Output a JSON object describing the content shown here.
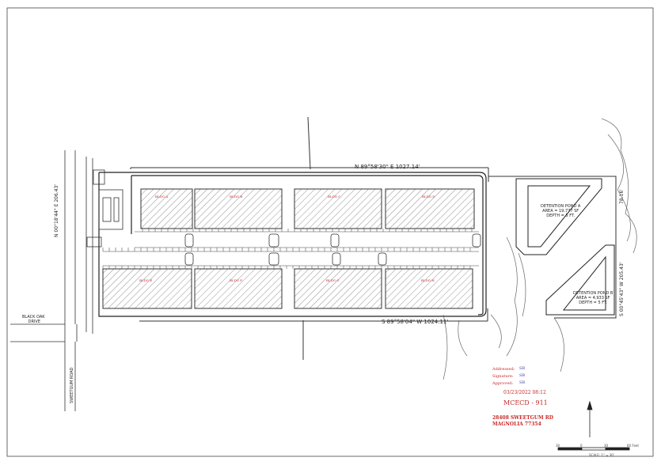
{
  "bearings": {
    "north": "N 89°58'30\" E 1027.14'",
    "south": "S 89°58'04\" W 1024.11'",
    "west": "N 00°18'44\" E 206.43'",
    "east": "S 00°45'43\" W 205.43'",
    "east_small": "78.16'"
  },
  "roads": {
    "black_oak": [
      "BLACK OAK",
      "DRIVE"
    ],
    "sweetgum": "SWEETGUM ROAD"
  },
  "buildings": [
    {
      "label": "BLDG A"
    },
    {
      "label": "BLDG B"
    },
    {
      "label": "BLDG C"
    },
    {
      "label": "BLDG D"
    },
    {
      "label": "BLDG E"
    },
    {
      "label": "BLDG F"
    },
    {
      "label": "BLDG G"
    },
    {
      "label": "BLDG H"
    }
  ],
  "ponds": [
    {
      "lines": [
        "DETENTION POND A",
        "AREA = 19,777 SF",
        "DEPTH = 5 FT."
      ]
    },
    {
      "lines": [
        "DETENTION POND B",
        "AREA = 4,933 SF",
        "DEPTH = 5 FT."
      ]
    }
  ],
  "stamp": {
    "addressed_label": "Addressed:",
    "addressed_value": "SB",
    "signature_label": "Signature:",
    "signature_value": "SB",
    "approved_label": "Approved:",
    "approved_value": "SB",
    "date": "03/23/2022 08:12",
    "agency": "MCECD - 911",
    "address_line1": "28408 SWEETGUM RD",
    "address_line2": "MAGNOLIA 77354"
  },
  "scale": {
    "ticks": [
      "30",
      "0",
      "30",
      "60 Feet"
    ],
    "caption": "SCALE: 1\" = 30'"
  },
  "colors": {
    "line": "#333333",
    "hatch": "#555555",
    "building_label": "#c62828",
    "stamp_red": "#c62828",
    "stamp_blue": "#3a3aa8"
  }
}
